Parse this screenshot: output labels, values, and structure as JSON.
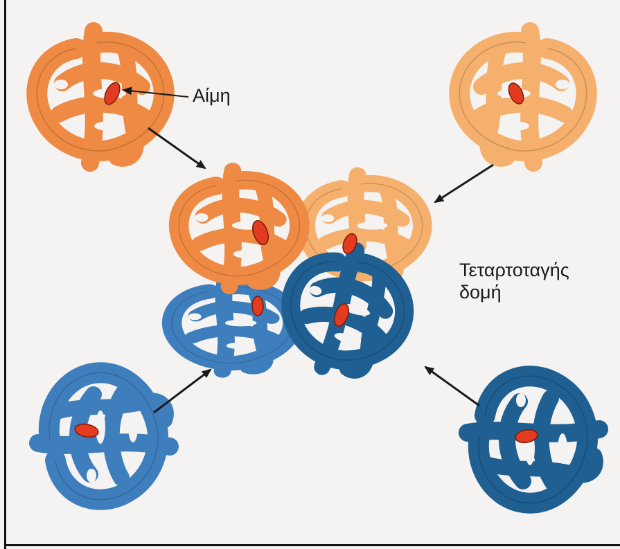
{
  "labels": {
    "heme": "Αίμη",
    "quaternary_line1": "Τεταρτοταγής",
    "quaternary_line2": "δομή"
  },
  "colors": {
    "alpha_subunit_1": "#ee8a43",
    "alpha_subunit_2": "#f4b06c",
    "beta_subunit_1": "#3f7ebd",
    "beta_subunit_2": "#1f5f92",
    "heme_group": "#e23b1f",
    "arrow": "#1a1a1a",
    "background": "#f4f3f1"
  },
  "subunits": [
    {
      "name": "orange-subunit",
      "color_key": "alpha_subunit_1"
    },
    {
      "name": "light-orange-subunit",
      "color_key": "alpha_subunit_2"
    },
    {
      "name": "blue-subunit",
      "color_key": "beta_subunit_1"
    },
    {
      "name": "dark-blue-subunit",
      "color_key": "beta_subunit_2"
    }
  ]
}
